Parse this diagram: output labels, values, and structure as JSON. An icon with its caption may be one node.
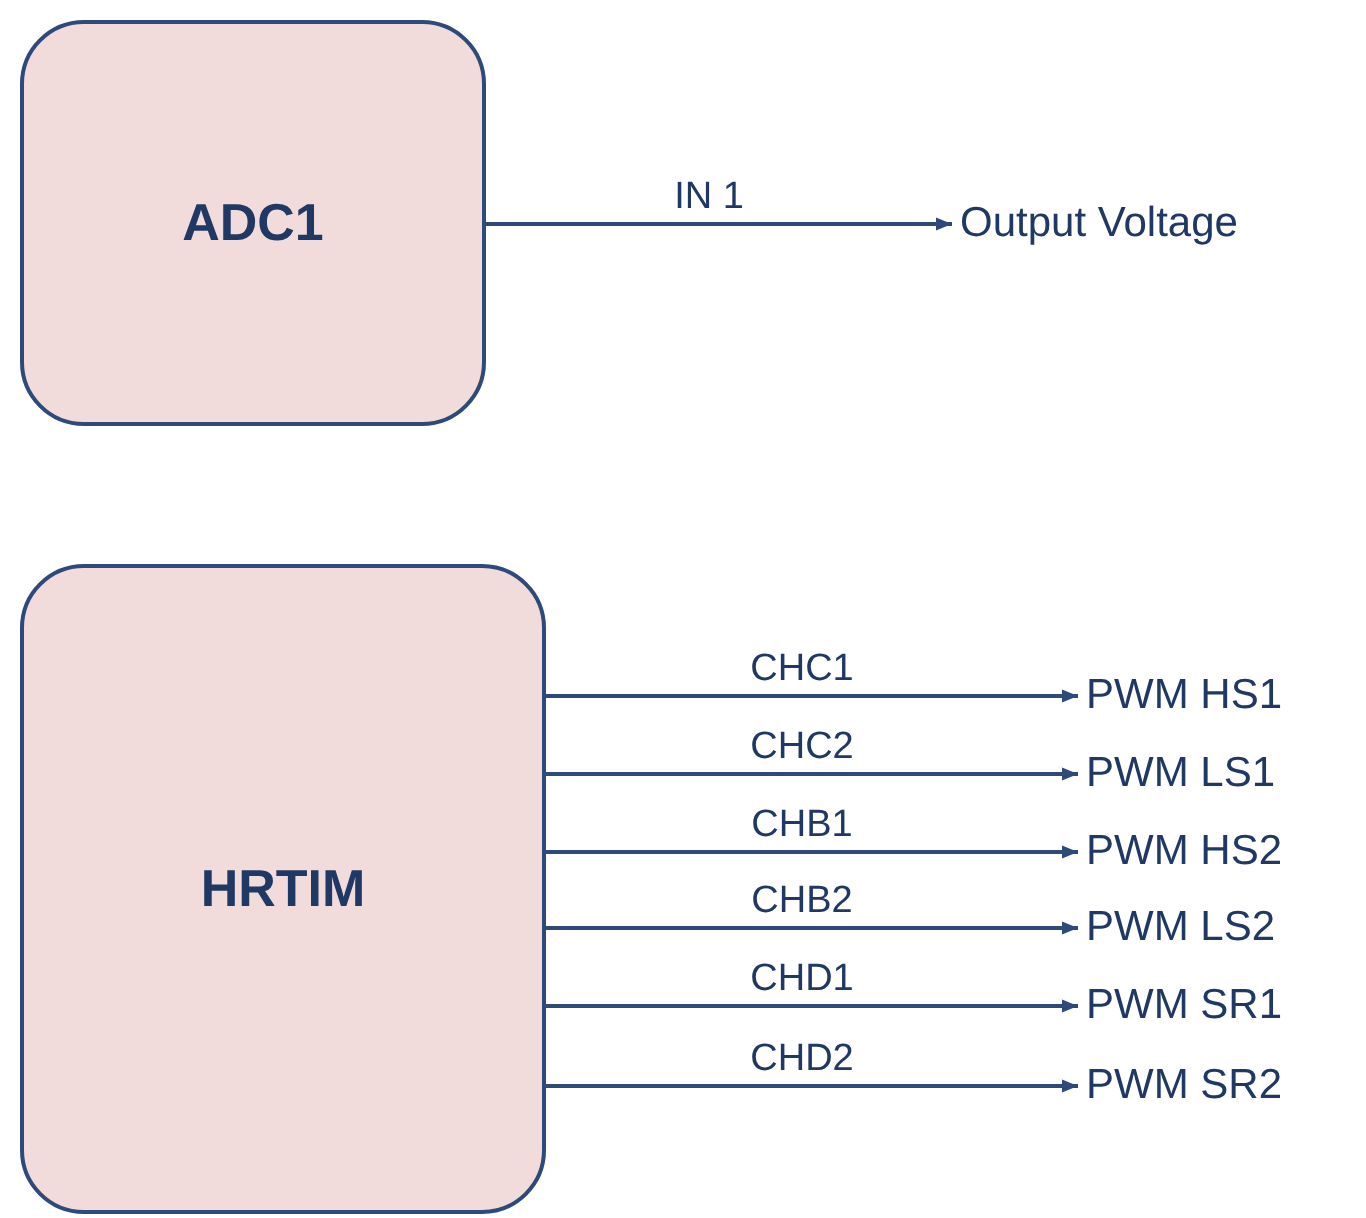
{
  "diagram": {
    "nodes": [
      {
        "text": [
          "ADC1"
        ]
      },
      {
        "text": [
          "Output Voltage"
        ]
      },
      {
        "text": [
          "HRTIM"
        ]
      },
      {
        "text": [
          "PWM HS1"
        ]
      },
      {
        "text": [
          "PWM LS1"
        ]
      },
      {
        "text": [
          "PWM HS2"
        ]
      },
      {
        "text": [
          "PWM LS2"
        ]
      },
      {
        "text": [
          "PWM SR1"
        ]
      },
      {
        "text": [
          "PWM SR2"
        ]
      }
    ],
    "edges": [
      {
        "from": 0,
        "to": 1,
        "arrow": "to",
        "label": "IN 1"
      },
      {
        "from": 2,
        "to": 3,
        "arrow": "to",
        "label": "CHC1"
      },
      {
        "from": 2,
        "to": 4,
        "arrow": "to",
        "label": "CHC2"
      },
      {
        "from": 2,
        "to": 5,
        "arrow": "to",
        "label": "CHB1"
      },
      {
        "from": 2,
        "to": 6,
        "arrow": "to",
        "label": "CHB2"
      },
      {
        "from": 2,
        "to": 7,
        "arrow": "to",
        "label": "CHD1"
      },
      {
        "from": 2,
        "to": 8,
        "arrow": "to",
        "label": "CHD2"
      }
    ]
  }
}
